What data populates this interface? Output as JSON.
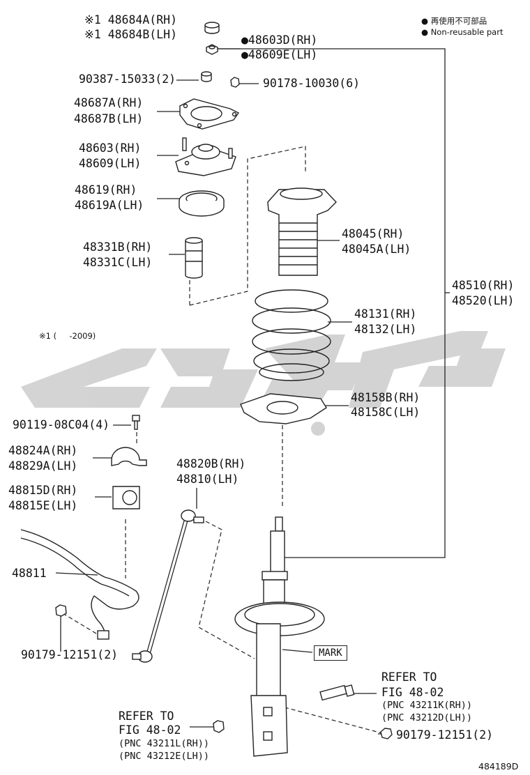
{
  "legend": {
    "bullet": "●",
    "ja": "再使用不可部品",
    "en": "Non-reusable part"
  },
  "watermark_text": "کوچک",
  "note_star": "※1 (     -2009)",
  "figure_id": "484189D",
  "mark_label": "MARK",
  "parts": {
    "p48684": [
      "※1 48684A(RH)",
      "※1 48684B(LH)"
    ],
    "p48603d": [
      "●48603D(RH)",
      "●48609E(LH)"
    ],
    "p90387": "90387-15033(2)",
    "p90178": "90178-10030(6)",
    "p48687": [
      "48687A(RH)",
      "48687B(LH)"
    ],
    "p48603": [
      "48603(RH)",
      "48609(LH)"
    ],
    "p48619": [
      "48619(RH)",
      "48619A(LH)"
    ],
    "p48331": [
      "48331B(RH)",
      "48331C(LH)"
    ],
    "p48045": [
      "48045(RH)",
      "48045A(LH)"
    ],
    "p48510": [
      "48510(RH)",
      "48520(LH)"
    ],
    "p48131": [
      "48131(RH)",
      "48132(LH)"
    ],
    "p48158": [
      "48158B(RH)",
      "48158C(LH)"
    ],
    "p90119": "90119-08C04(4)",
    "p48824": [
      "48824A(RH)",
      "48829A(LH)"
    ],
    "p48820": [
      "48820B(RH)",
      "48810(LH)"
    ],
    "p48815": [
      "48815D(RH)",
      "48815E(LH)"
    ],
    "p48811": "48811",
    "p90179a": "90179-12151(2)",
    "p90179b": "90179-12151(2)"
  },
  "refer_right": [
    "REFER TO",
    "FIG 48-02",
    "(PNC 43211K(RH))",
    "(PNC 43212D(LH))"
  ],
  "refer_left": [
    "REFER TO",
    "FIG 48-02",
    "(PNC 43211L(RH))",
    "(PNC 43212E(LH))"
  ],
  "colors": {
    "line": "#222222",
    "watermark": "#cfcfcf",
    "background": "#ffffff"
  }
}
